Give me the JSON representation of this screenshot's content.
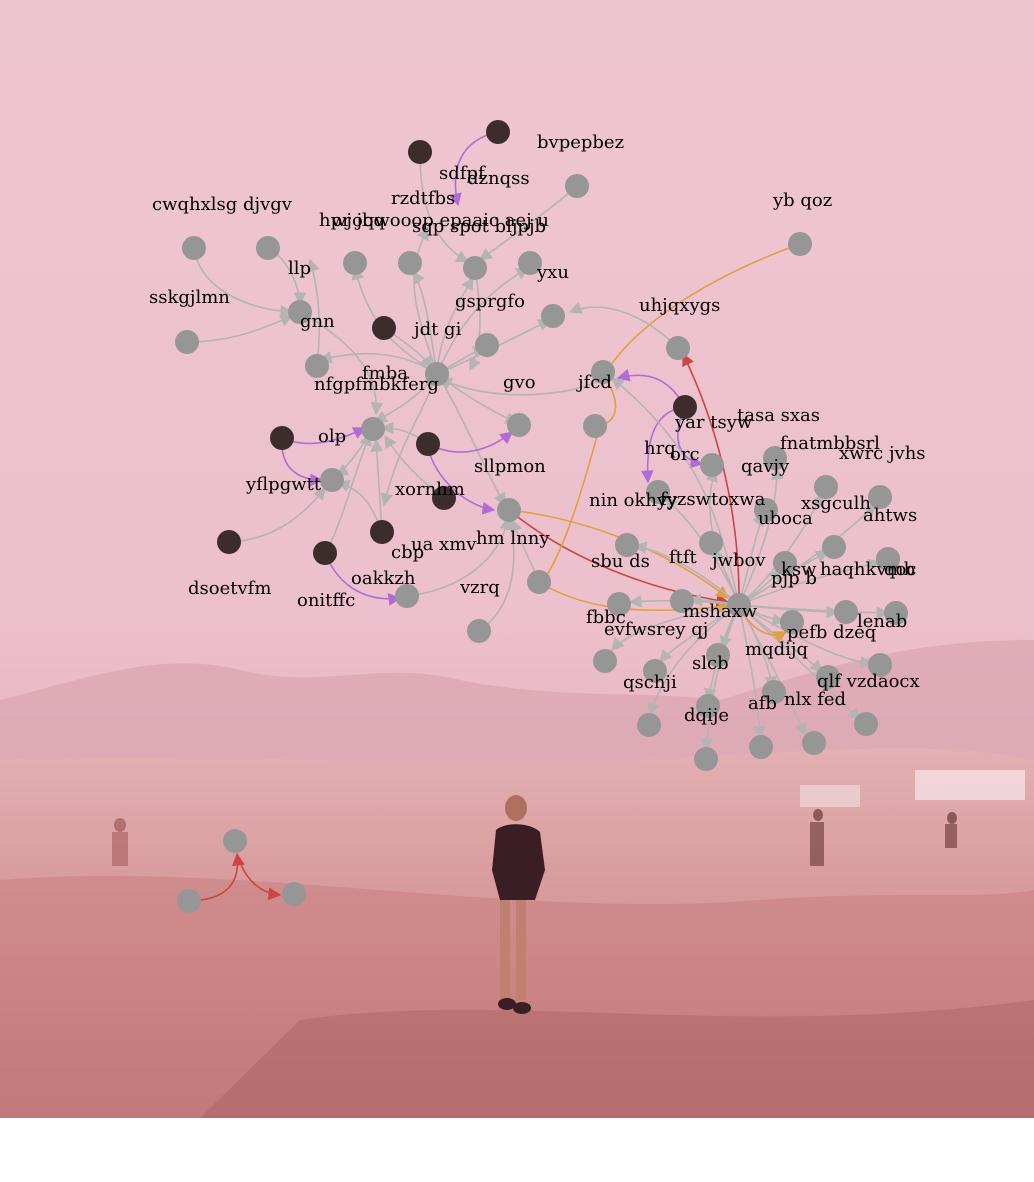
{
  "colors": {
    "node": "#969696",
    "node_dark": "#3d2c2c",
    "edge_gray": "#b4b4b4",
    "edge_purple": "#b06cd2",
    "edge_red": "#cc4444",
    "edge_orange": "#e0a040",
    "label": "#000000"
  },
  "labels": {
    "bvpepbez": "bvpepbez",
    "sdfpf": "sdfpf",
    "dznqss": "dznqss",
    "rzdtfbs": "rzdtfbs",
    "cwqhxlsg": "cwqhxlsg",
    "djvgv": "djvgv",
    "hpr_jbq": "hpr jbq",
    "wjoqwooop_epaaic_aej_u": "wjoqwooop epaaic aej u",
    "sqp_spot_bljpjb": "sqp spot bljpjb",
    "yb_qoz": "yb qoz",
    "llp": "llp",
    "yxu": "yxu",
    "sskgjlmn": "sskgjlmn",
    "gsprgfo": "gsprgfo",
    "uhjqxygs": "uhjqxygs",
    "gnn": "gnn",
    "jdt_gi": "jdt gi",
    "fmba": "fmba",
    "nfgpfmbkferg": "nfgpfmbkferg",
    "gvo": "gvo",
    "jfcd": "jfcd",
    "yar_tsyw": "yar tsyw",
    "tasa_sxas": "tasa sxas",
    "olp": "olp",
    "fnatmbbsrl": "fnatmbbsrl",
    "hrq": "hrq",
    "orc": "orc",
    "xwrc_jvhs": "xwrc jvhs",
    "qavjy": "qavjy",
    "sllpmon": "sllpmon",
    "yflpgwtt": "yflpgwtt",
    "xornhm": "xornhm",
    "nin_okhyy": "nin okhyy",
    "fyzswtoxwa": "fyzswtoxwa",
    "xsgculh": "xsgculh",
    "ahtws": "ahtws",
    "uboca": "uboca",
    "ua_xmv": "ua xmv",
    "hm_lnny": "hm lnny",
    "cbp": "cbp",
    "sbu_ds": "sbu ds",
    "ftft": "ftft",
    "jwbov": "jwbov",
    "ksw": "ksw",
    "haqhkvmb": "haqhkvmb",
    "qoc": "qoc",
    "pjp_b": "pjp b",
    "dsoetvfm": "dsoetvfm",
    "oakkzh": "oakkzh",
    "vzrq": "vzrq",
    "mshaxw": "mshaxw",
    "onitffc": "onitffc",
    "fbbc": "fbbc",
    "evfwsrey_qj": "evfwsrey qj",
    "lenab": "lenab",
    "pefb_dzeq": "pefb dzeq",
    "mqdijq": "mqdijq",
    "slcb": "slcb",
    "qschji": "qschji",
    "qlf_vzdaocx": "qlf vzdaocx",
    "nlx_fed": "nlx fed",
    "afb": "afb",
    "dqije": "dqije"
  }
}
